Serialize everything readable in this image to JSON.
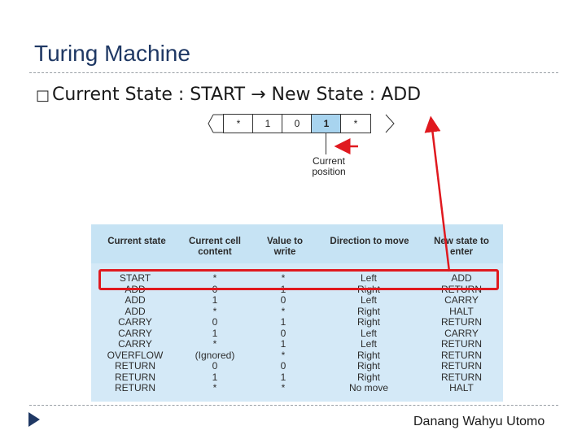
{
  "slide": {
    "title": "Turing Machine",
    "bullet_glyph": "□",
    "bullet_text": "Current State : START → New State : ADD",
    "author": "Danang Wahyu Utomo"
  },
  "tape": {
    "cells": [
      "*",
      "1",
      "0",
      "1",
      "*"
    ],
    "current_index": 3,
    "pointer_label": "Current position"
  },
  "table": {
    "headers": [
      "Current state",
      "Current cell content",
      "Value to write",
      "Direction to move",
      "New state to enter"
    ],
    "rows": [
      [
        "START",
        "*",
        "*",
        "Left",
        "ADD"
      ],
      [
        "ADD",
        "0",
        "1",
        "Right",
        "RETURN"
      ],
      [
        "ADD",
        "1",
        "0",
        "Left",
        "CARRY"
      ],
      [
        "ADD",
        "*",
        "*",
        "Right",
        "HALT"
      ],
      [
        "CARRY",
        "0",
        "1",
        "Right",
        "RETURN"
      ],
      [
        "CARRY",
        "1",
        "0",
        "Left",
        "CARRY"
      ],
      [
        "CARRY",
        "*",
        "1",
        "Left",
        "RETURN"
      ],
      [
        "OVERFLOW",
        "(Ignored)",
        "*",
        "Right",
        "RETURN"
      ],
      [
        "RETURN",
        "0",
        "0",
        "Right",
        "RETURN"
      ],
      [
        "RETURN",
        "1",
        "1",
        "Right",
        "RETURN"
      ],
      [
        "RETURN",
        "*",
        "*",
        "No move",
        "HALT"
      ]
    ],
    "highlighted_row": 0
  },
  "colors": {
    "title": "#1f3864",
    "table_background": "#d4e9f7",
    "current_cell": "#a8d4ef",
    "highlight": "#e0191f",
    "footer_arrow": "#1f3864"
  },
  "icons": {
    "footer_marker": "play-triangle-icon",
    "pointer": "red-arrow-icon"
  }
}
